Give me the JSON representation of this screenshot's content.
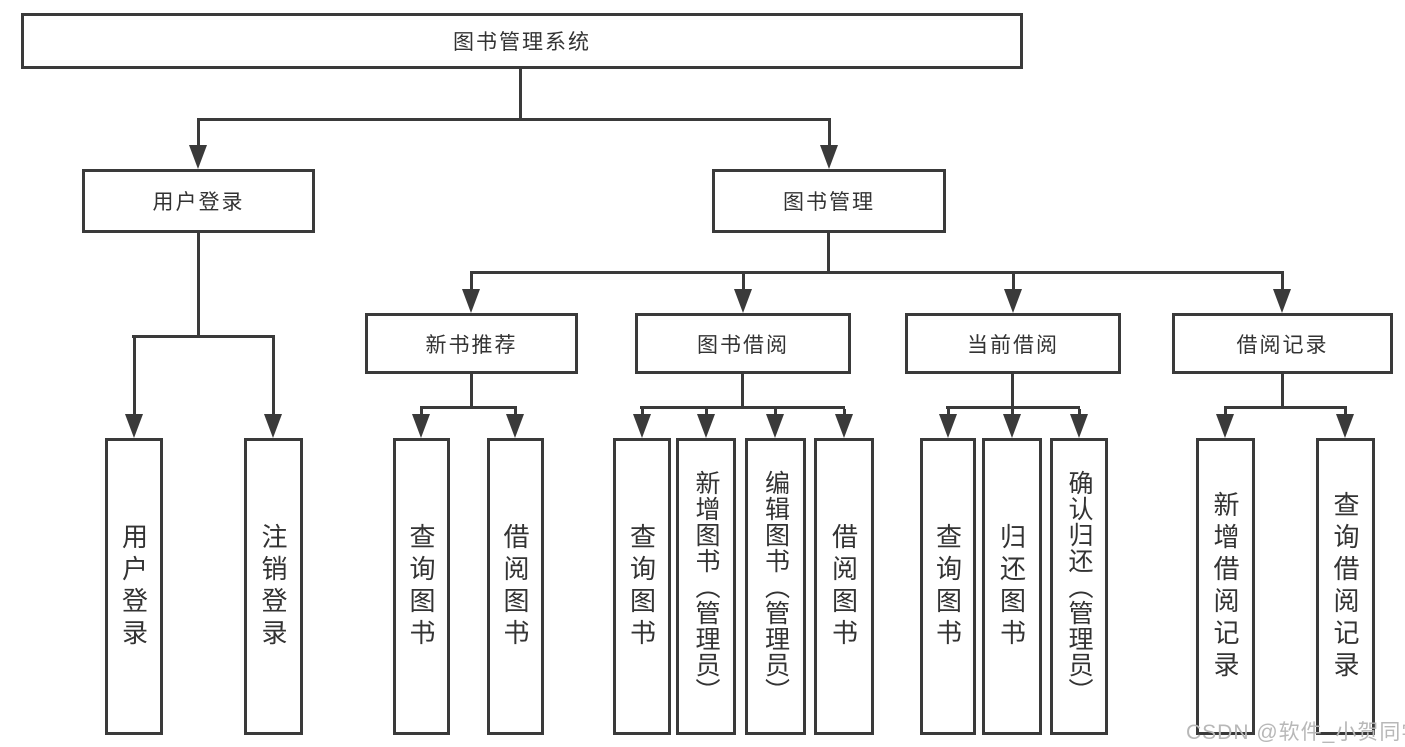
{
  "tree": {
    "root": "图书管理系统",
    "children": [
      {
        "label": "用户登录",
        "children": [
          "用户登录",
          "注销登录"
        ]
      },
      {
        "label": "图书管理",
        "children": [
          {
            "label": "新书推荐",
            "children": [
              "查询图书",
              "借阅图书"
            ]
          },
          {
            "label": "图书借阅",
            "children": [
              "查询图书",
              "新增图书（管理员）",
              "编辑图书（管理员）",
              "借阅图书"
            ]
          },
          {
            "label": "当前借阅",
            "children": [
              "查询图书",
              "归还图书",
              "确认归还（管理员）"
            ]
          },
          {
            "label": "借阅记录",
            "children": [
              "新增借阅记录",
              "查询借阅记录"
            ]
          }
        ]
      }
    ]
  },
  "watermark": {
    "text": "CSDN @软件_小贺同学"
  },
  "colors": {
    "line": "#3a3a3a",
    "border": "#3a3a3a",
    "text": "#333333",
    "watermark": "#b8b8b8",
    "background": "#ffffff"
  }
}
